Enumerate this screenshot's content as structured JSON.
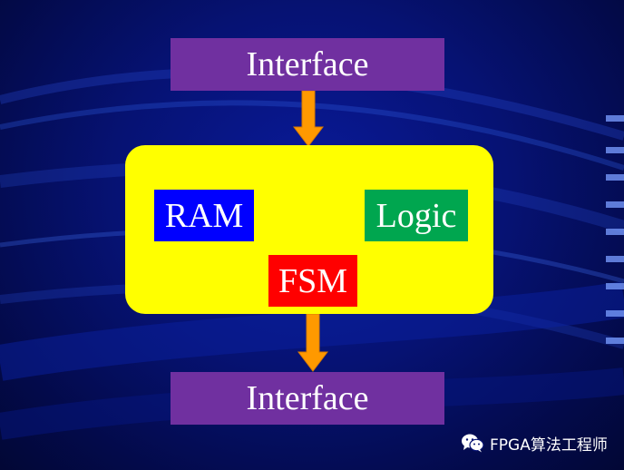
{
  "diagram": {
    "top_interface": "Interface",
    "bottom_interface": "Interface",
    "blocks": {
      "ram": "RAM",
      "logic": "Logic",
      "fsm": "FSM"
    }
  },
  "watermark": {
    "text": "FPGA算法工程师",
    "icon": "wechat-icon"
  },
  "colors": {
    "interface_fill": "#7030a0",
    "panel_fill": "#ffff00",
    "ram_fill": "#0000ff",
    "logic_fill": "#00a64f",
    "fsm_fill": "#ff0000",
    "arrow_fill": "#ff9900"
  }
}
